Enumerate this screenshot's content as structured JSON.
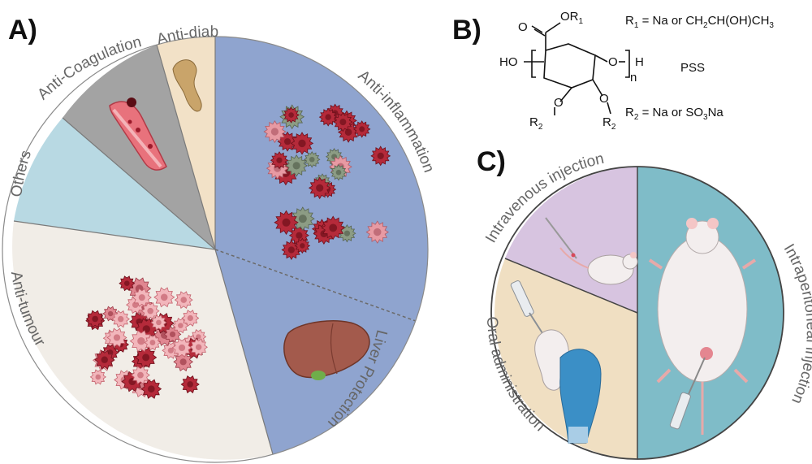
{
  "panel_a": {
    "label": "A)",
    "sectors": {
      "anti_diabetics": "Anti-diabetics",
      "anti_coagulation": "Anti-Coagulation",
      "others": "Others",
      "anti_inflammation": "Anti-inflammation",
      "liver_protection": "Liver Protection",
      "anti_tumour": "Anti-tumour"
    },
    "colors": {
      "anti_diabetics": "#f2e1c7",
      "anti_coagulation": "#a3a3a3",
      "others": "#b8d9e3",
      "anti_inflammation": "#8fa4cf",
      "liver_protection": "#8fa4cf",
      "anti_tumour": "#f1ede7"
    }
  },
  "panel_b": {
    "label": "B)",
    "or1": "OR",
    "or1_sub": "1",
    "ho": "HO",
    "h": "H",
    "n": "n",
    "r2": "R",
    "r2_sub": "2",
    "r1_def_prefix": "R",
    "r1_def_sub": "1",
    "r1_def_text": " = Na or CH",
    "r1_def_tail": "CH(OH)CH",
    "r1_def_sub3": "3",
    "r1_def_sub2": "2",
    "pss": "PSS",
    "r2_def_prefix": "R",
    "r2_def_sub": "2",
    "r2_def_text": " = Na or SO",
    "r2_def_sub3": "3",
    "r2_def_tail": "Na"
  },
  "panel_c": {
    "label": "C)",
    "intravenous": "Intravenous injection",
    "intraperitoneal": "Intraperitoneal injection",
    "oral": "Oral administration",
    "colors": {
      "intravenous": "#d7c4e0",
      "intraperitoneal": "#7fbcc8",
      "oral": "#f0dfc2"
    }
  }
}
